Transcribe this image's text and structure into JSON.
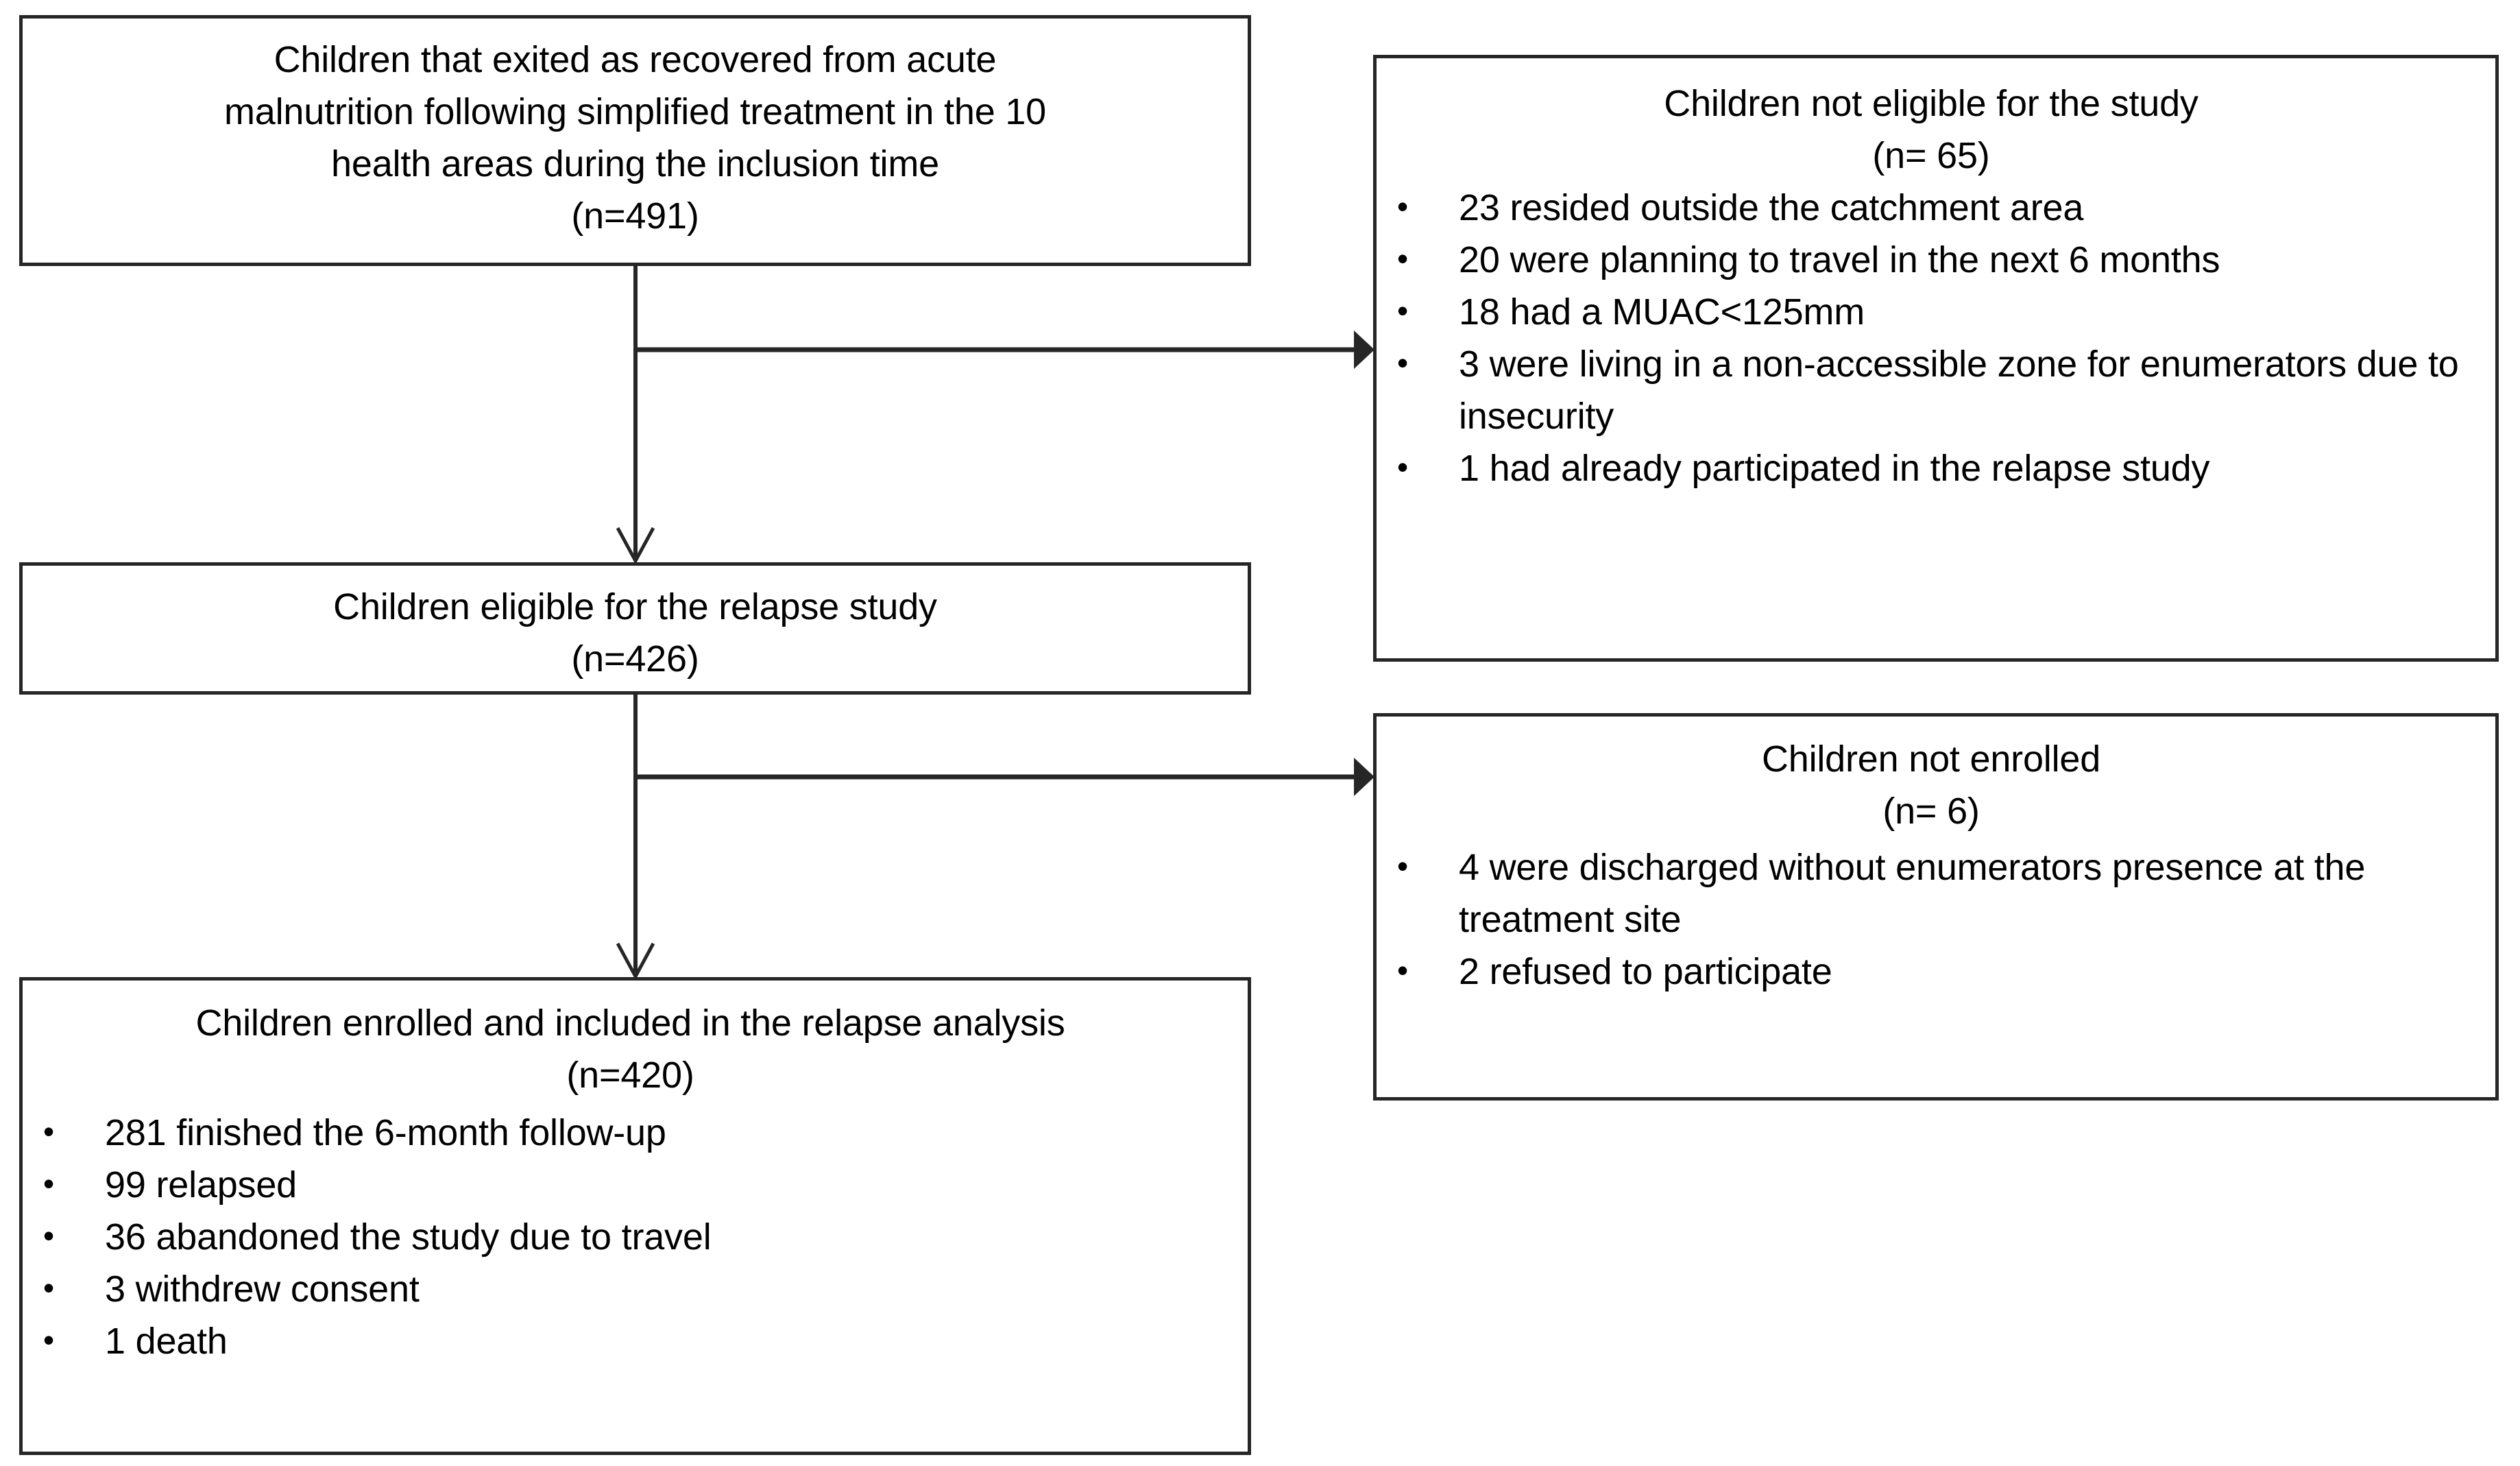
{
  "figure": {
    "type": "flowchart",
    "title": "Study participant flow diagram",
    "colors": {
      "stroke": "#262626",
      "text": "#000000",
      "background": "#ffffff"
    }
  },
  "boxes": {
    "screened": {
      "lines": [
        "Children that exited as recovered from acute",
        "malnutrition following simplified treatment in the 10",
        "health areas during the inclusion time"
      ],
      "count_label": "(n=491)"
    },
    "not_eligible": {
      "title": "Children not eligible for the study",
      "count_label": "(n= 65)",
      "items": [
        "23 resided outside the catchment area",
        "20 were planning to travel in the next 6 months",
        "18 had a MUAC<125mm",
        "3 were living in a non-accessible zone for enumerators due to insecurity",
        "1 had already participated in the relapse study"
      ]
    },
    "eligible": {
      "lines": [
        "Children eligible for the relapse study"
      ],
      "count_label": "(n=426)"
    },
    "not_enrolled": {
      "title": "Children not enrolled",
      "count_label": "(n= 6)",
      "items": [
        "4 were discharged without enumerators presence at the treatment site",
        "2 refused to participate"
      ]
    },
    "enrolled": {
      "lines": [
        "Children enrolled and included in the relapse analysis"
      ],
      "count_label": "(n=420)",
      "items": [
        "281 finished the 6-month follow-up",
        "99 relapsed",
        "36 abandoned the study due to travel",
        "3 withdrew consent",
        "1 death"
      ]
    }
  },
  "chart_data": {
    "type": "flow",
    "nodes": [
      {
        "id": "screened",
        "label": "Children that exited as recovered from acute malnutrition following simplified treatment in the 10 health areas during the inclusion time",
        "n": 491
      },
      {
        "id": "not_eligible",
        "label": "Children not eligible for the study",
        "n": 65
      },
      {
        "id": "eligible",
        "label": "Children eligible for the relapse study",
        "n": 426
      },
      {
        "id": "not_enrolled",
        "label": "Children not enrolled",
        "n": 6
      },
      {
        "id": "enrolled",
        "label": "Children enrolled and included in the relapse analysis",
        "n": 420
      }
    ],
    "edges": [
      {
        "from": "screened",
        "to": "not_eligible",
        "n": 65
      },
      {
        "from": "screened",
        "to": "eligible",
        "n": 426
      },
      {
        "from": "eligible",
        "to": "not_enrolled",
        "n": 6
      },
      {
        "from": "eligible",
        "to": "enrolled",
        "n": 420
      }
    ],
    "exclusions": {
      "not_eligible": [
        {
          "n": 23,
          "reason": "resided outside the catchment area"
        },
        {
          "n": 20,
          "reason": "were planning to travel in the next 6 months"
        },
        {
          "n": 18,
          "reason": "had a MUAC<125mm"
        },
        {
          "n": 3,
          "reason": "were living in a non-accessible zone for enumerators due to insecurity"
        },
        {
          "n": 1,
          "reason": "had already participated in the relapse study"
        }
      ],
      "not_enrolled": [
        {
          "n": 4,
          "reason": "were discharged without enumerators presence at the treatment site"
        },
        {
          "n": 2,
          "reason": "refused to participate"
        }
      ]
    },
    "outcomes": [
      {
        "n": 281,
        "label": "finished the 6-month follow-up"
      },
      {
        "n": 99,
        "label": "relapsed"
      },
      {
        "n": 36,
        "label": "abandoned the study due to travel"
      },
      {
        "n": 3,
        "label": "withdrew consent"
      },
      {
        "n": 1,
        "label": "death"
      }
    ]
  }
}
